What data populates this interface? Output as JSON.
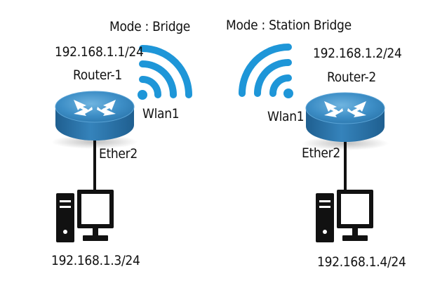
{
  "left": {
    "mode": "Mode : Bridge",
    "router": {
      "name": "Router-1",
      "ip": "192.168.1.1/24",
      "wireless_interface": "Wlan1",
      "wired_interface": "Ether2"
    },
    "pc": {
      "ip": "192.168.1.3/24"
    }
  },
  "right": {
    "mode": "Mode : Station Bridge",
    "router": {
      "name": "Router-2",
      "ip": "192.168.1.2/24",
      "wireless_interface": "Wlan1",
      "wired_interface": "Ether2"
    },
    "pc": {
      "ip": "192.168.1.4/24"
    }
  },
  "colors": {
    "wifi": "#1e96d8",
    "router_top": "#3d8ec6",
    "router_side": "#2a6fa5",
    "router_arrows": "#ffffff",
    "pc": "#111111",
    "cable": "#111111",
    "text": "#111111"
  },
  "icons": {
    "router": "router-icon",
    "wifi": "wifi-signal-icon",
    "computer": "desktop-computer-icon"
  }
}
